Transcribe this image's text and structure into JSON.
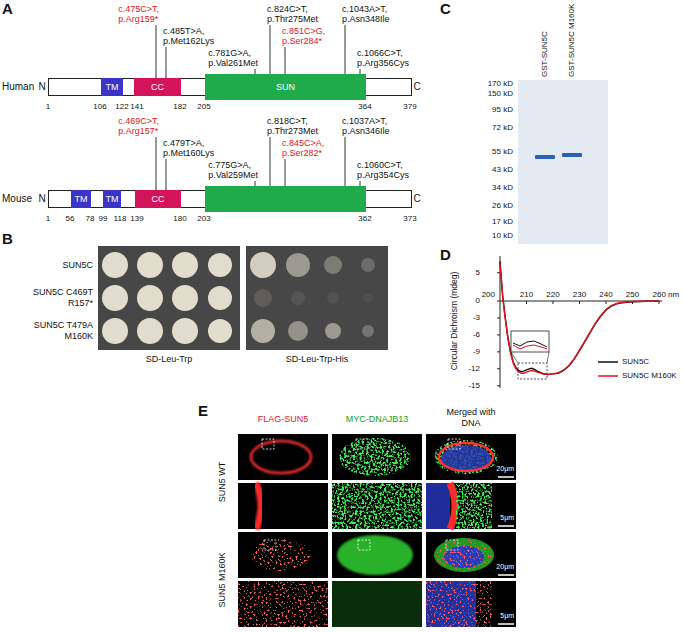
{
  "diagram": {
    "nodes": [
      {
        "text": [
          "Human"
        ]
      },
      {
        "text": [
          "TM"
        ],
        "in": 0
      },
      {
        "text": [
          "CC"
        ],
        "in": 0
      },
      {
        "text": [
          "SUN"
        ],
        "in": 0
      },
      {
        "text": [
          "Mouse"
        ]
      },
      {
        "text": [
          "TM"
        ],
        "in": 4
      },
      {
        "text": [
          "TM"
        ],
        "in": 4
      },
      {
        "text": [
          "CC"
        ],
        "in": 4
      }
    ],
    "labels": [
      "A",
      "c.475C>T, p.Arg159*",
      "c.824C>T, p.Thr275Met",
      "c.1043A>T, p.Asn348Ile",
      "c.485T>A, p.Met162Lys",
      "c.851C>G, p.Ser284*",
      "c.781G>A, p.Val261Met",
      "c.1066C>T, p.Arg356Cys",
      "N",
      "C",
      "1",
      "106",
      "122",
      "141",
      "182",
      "205",
      "364",
      "379",
      "c.469C>T, p.Arg157*",
      "c.818C>T, p.Thr273Met",
      "c.1037A>T, p.Asn346Ile",
      "c.479T>A, p.Met160Lys",
      "c.845C>A, p.Ser282*",
      "c.775G>A, p.Val259Met",
      "c.1060C>T, p.Arg354Cys",
      "N",
      "C",
      "1",
      "56",
      "78",
      "99",
      "118",
      "139",
      "180",
      "203",
      "362",
      "373",
      "B",
      "SUN5C",
      "SUN5C C469T R157*",
      "SUN5C T479A M160K",
      "SD-Leu-Trp",
      "SD-Leu-Trp-His",
      "C",
      "GST-SUN5C",
      "GST-SUN5C M160K",
      "170 kD",
      "150 kD",
      "95 kD",
      "72 kD",
      "55 kD",
      "43 kD",
      "34 kD",
      "26 kD",
      "17 kD",
      "10 kD",
      "D",
      "Circular Dichroism (mdeg)",
      "5",
      "0",
      "-3",
      "-6",
      "-9",
      "-12",
      "-15",
      "200",
      "210",
      "220",
      "230",
      "240",
      "250",
      "260 nm",
      "E",
      "FLAG-SUN5",
      "MYC-DNAJB13",
      "Merged with DNA",
      "SUN5 WT",
      "SUN5 M160K",
      "20μm",
      "5μm",
      "20μm",
      "5μm"
    ],
    "legend": [
      {
        "text": "SUN5C"
      },
      {
        "text": "SUN5C M160K"
      }
    ]
  }
}
